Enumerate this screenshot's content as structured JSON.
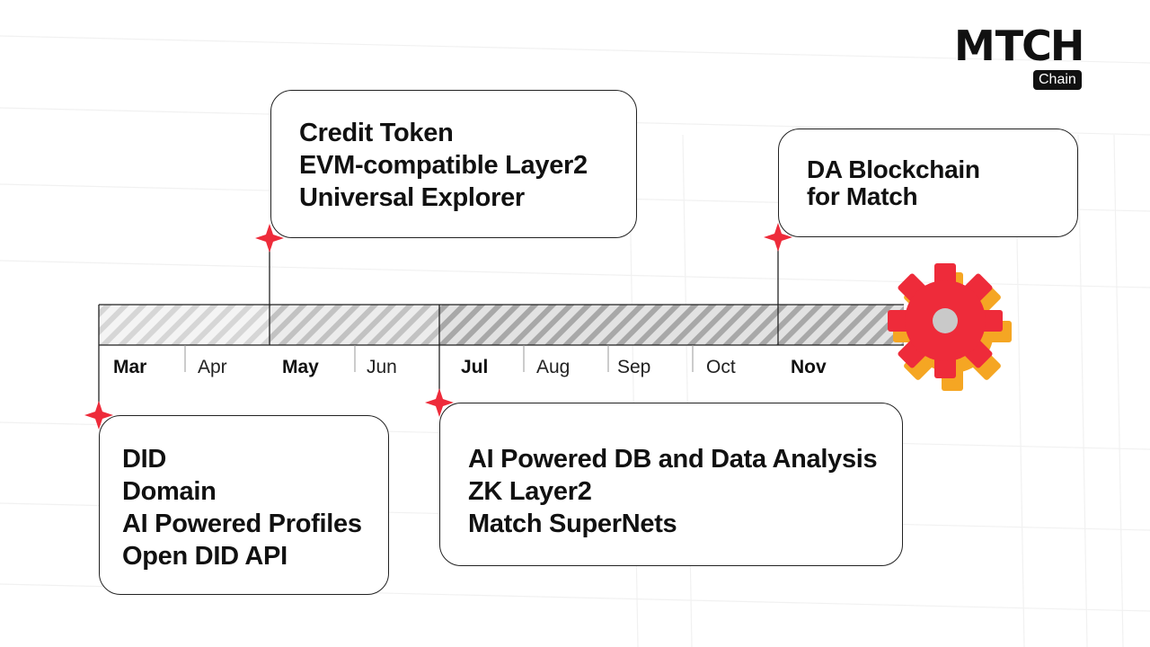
{
  "logo": {
    "text_before": "M",
    "text_after": "TCH",
    "sub": "Chain",
    "flame_icon": "flame-icon",
    "brand_color": "#f0303c",
    "accent_color": "#f5a623"
  },
  "timeline": {
    "months": [
      {
        "label": "Mar",
        "bold": true
      },
      {
        "label": "Apr",
        "bold": false
      },
      {
        "label": "May",
        "bold": true
      },
      {
        "label": "Jun",
        "bold": false
      },
      {
        "label": "Jul",
        "bold": true
      },
      {
        "label": "Aug",
        "bold": false
      },
      {
        "label": "Sep",
        "bold": false
      },
      {
        "label": "Oct",
        "bold": false
      },
      {
        "label": "Nov",
        "bold": true
      }
    ],
    "end_icon": "gear-icon",
    "marker_icon": "sparkle-star-icon",
    "marker_color": "#ee2b3a"
  },
  "milestones": {
    "mar": [
      "DID",
      "Domain",
      "AI Powered Profiles",
      "Open DID API"
    ],
    "may": [
      "Credit Token",
      "EVM-compatible Layer2",
      "Universal Explorer"
    ],
    "jul": [
      "AI Powered DB and Data Analysis",
      "ZK Layer2",
      "Match SuperNets"
    ],
    "nov": [
      "DA Blockchain",
      "for Match"
    ]
  }
}
